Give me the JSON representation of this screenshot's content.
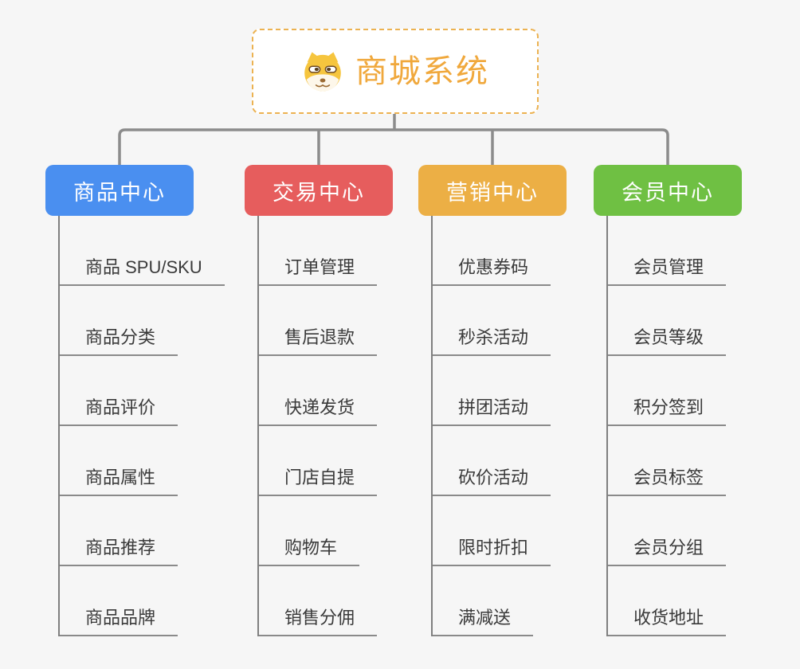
{
  "page": {
    "background": "#f6f6f6",
    "connector_color": "#8c8c8c"
  },
  "root": {
    "title": "商城系统",
    "icon": "dog-face-icon",
    "text_color": "#f0a83c",
    "border_color": "#ecb251"
  },
  "branches": [
    {
      "label": "商品中心",
      "color": "#4a8ff0",
      "children": [
        "商品 SPU/SKU",
        "商品分类",
        "商品评价",
        "商品属性",
        "商品推荐",
        "商品品牌"
      ]
    },
    {
      "label": "交易中心",
      "color": "#e65d5d",
      "children": [
        "订单管理",
        "售后退款",
        "快递发货",
        "门店自提",
        "购物车",
        "销售分佣"
      ]
    },
    {
      "label": "营销中心",
      "color": "#ecaf45",
      "children": [
        "优惠券码",
        "秒杀活动",
        "拼团活动",
        "砍价活动",
        "限时折扣",
        "满减送"
      ]
    },
    {
      "label": "会员中心",
      "color": "#6fc043",
      "children": [
        "会员管理",
        "会员等级",
        "积分签到",
        "会员标签",
        "会员分组",
        "收货地址"
      ]
    }
  ]
}
